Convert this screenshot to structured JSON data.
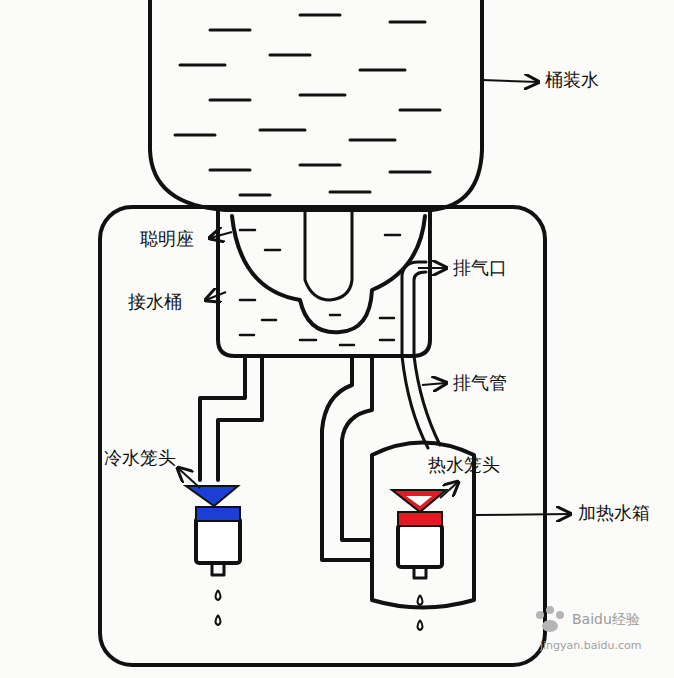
{
  "diagram": {
    "labels": [
      "桶装水",
      "聪明座",
      "接水桶",
      "排气口",
      "排气管",
      "冷水笼头",
      "热水笼头",
      "加热水箱",
      "Baidu经验",
      "jingyan.baidu.com"
    ]
  }
}
